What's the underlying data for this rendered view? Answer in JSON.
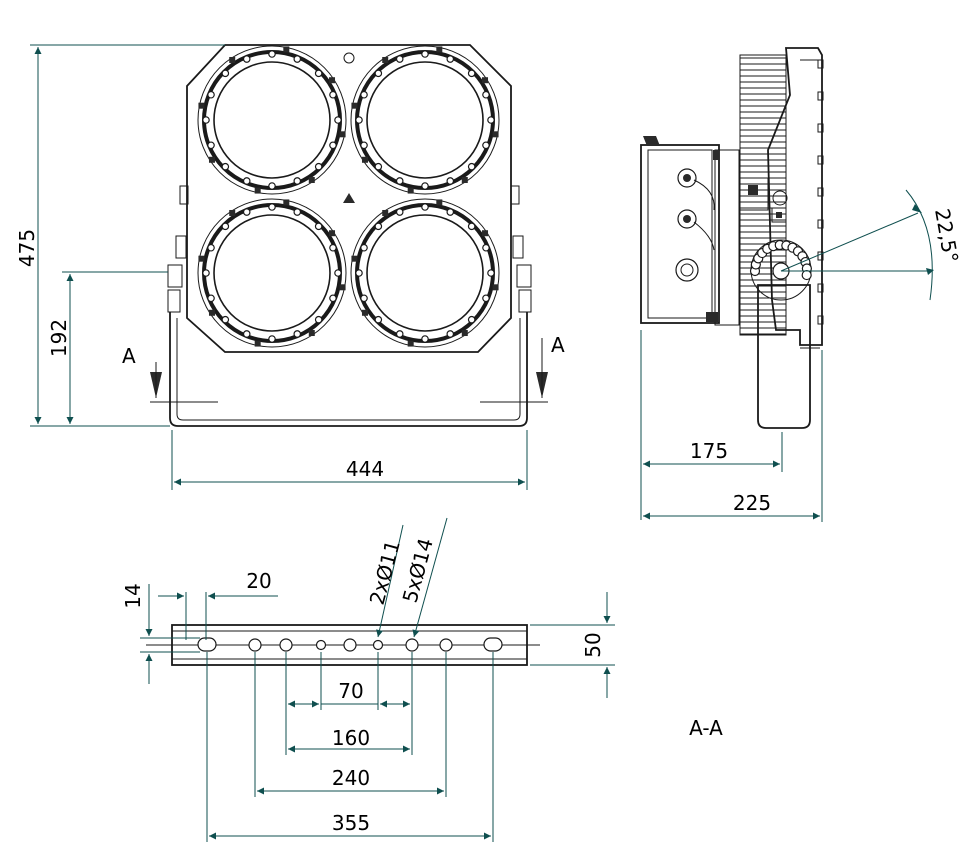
{
  "drawing": {
    "front_view": {
      "height_label": "475",
      "mount_height_label": "192",
      "width_label": "444",
      "section_mark_left": "A",
      "section_mark_right": "A"
    },
    "side_view": {
      "depth_label": "175",
      "total_depth_label": "225",
      "angle_label": "22,5°"
    },
    "bracket_view": {
      "thickness_label": "14",
      "edge_offset_label": "20",
      "hole_label_a": "2xØ11",
      "hole_label_b": "5xØ14",
      "width_label": "50",
      "dim_70": "70",
      "dim_160": "160",
      "dim_240": "240",
      "dim_355": "355"
    },
    "section_title": "A-A"
  }
}
